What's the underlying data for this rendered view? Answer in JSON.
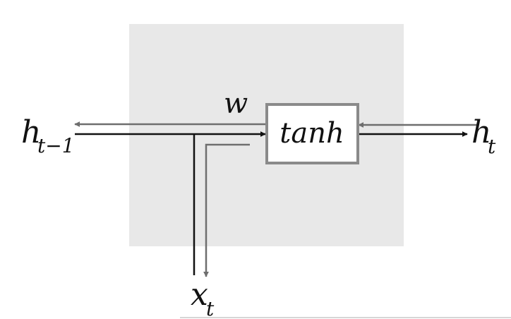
{
  "diagram": {
    "labels": {
      "h_prev_base": "h",
      "h_prev_sub": "t−1",
      "h_next_base": "h",
      "h_next_sub": "t",
      "x_base": "x",
      "x_sub": "t",
      "weight": "w",
      "activation": "tanh"
    },
    "colors": {
      "background_region": "#e8e8e8",
      "forward_arrow": "#111111",
      "backward_arrow": "#6e6e6e",
      "box_border": "#8a8a8a",
      "box_fill": "#ffffff"
    }
  }
}
